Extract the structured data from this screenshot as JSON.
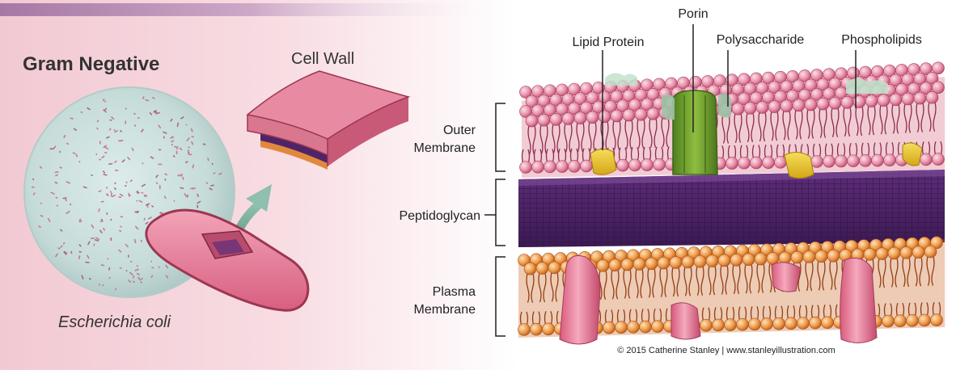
{
  "left_panel": {
    "title": "Gram Negative",
    "cell_wall_label": "Cell Wall",
    "species_label": "Escherichia coli"
  },
  "right_panel": {
    "labels": {
      "porin": "Porin",
      "lipid_protein": "Lipid Protein",
      "polysaccharide": "Polysaccharide",
      "phospholipids": "Phospholipids",
      "outer_membrane_1": "Outer",
      "outer_membrane_2": "Membrane",
      "peptidoglycan": "Peptidoglycan",
      "plasma_membrane_1": "Plasma",
      "plasma_membrane_2": "Membrane"
    },
    "credit": "© 2015 Catherine Stanley | www.stanleyillustration.com"
  },
  "colors": {
    "outer_membrane": "#c0506e",
    "peptidoglycan": "#4e2467",
    "plasma_membrane": "#d6742a",
    "porin": "#6a9a2c",
    "lipid_protein": "#e8c52a",
    "cell_body": "#e47f97"
  }
}
